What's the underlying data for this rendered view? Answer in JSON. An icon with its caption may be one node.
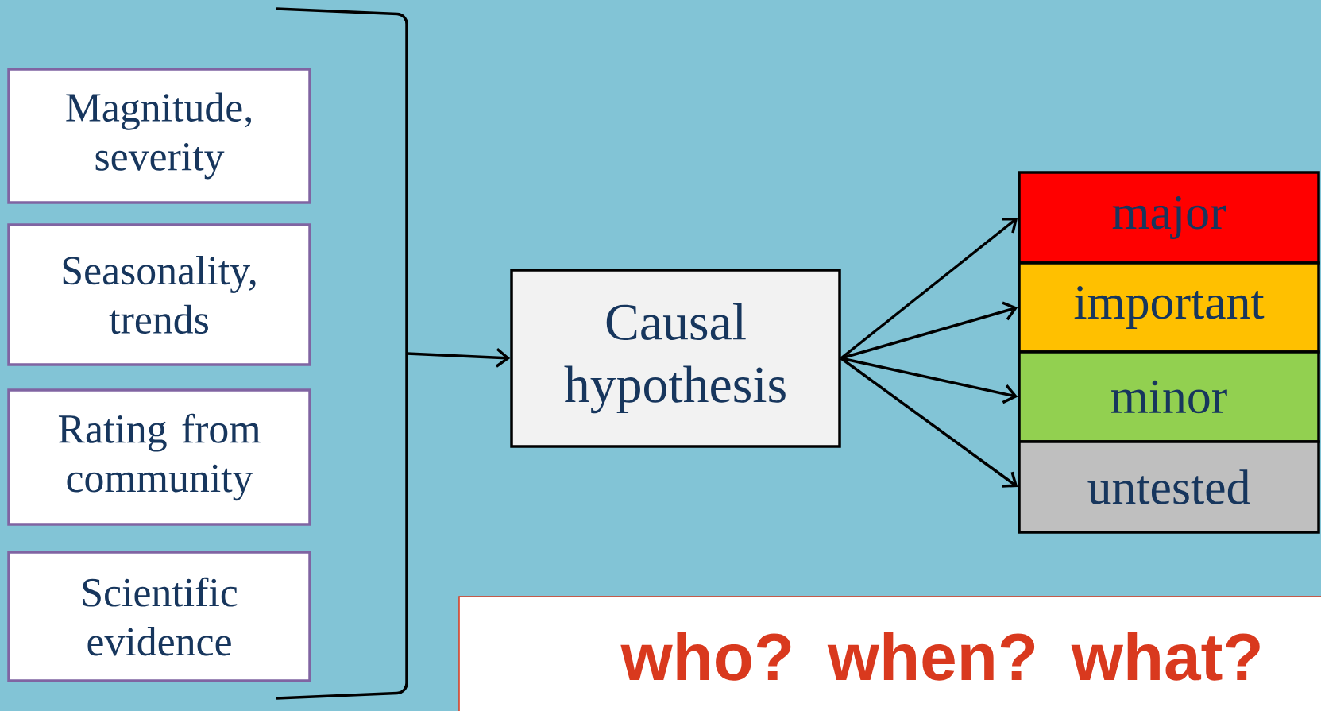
{
  "diagram": {
    "nodes": [
      {
        "text": [
          "Magnitude, severity"
        ]
      },
      {
        "text": [
          "Seasonality, trends"
        ]
      },
      {
        "text": [
          "Rating from community"
        ]
      },
      {
        "text": [
          "Scientific evidence"
        ]
      },
      {
        "text": [
          "Causal hypothesis"
        ]
      },
      {
        "text": [
          "major"
        ]
      },
      {
        "text": [
          "important"
        ]
      },
      {
        "text": [
          "minor"
        ]
      },
      {
        "text": [
          "untested"
        ]
      },
      {
        "text": [
          "who? when? what?"
        ]
      },
      {
        "text": [],
        "shape": "bracket"
      }
    ],
    "edges": [
      {
        "from": 10,
        "to": 4,
        "arrow": "to"
      },
      {
        "from": 4,
        "to": 5,
        "arrow": "to"
      },
      {
        "from": 4,
        "to": 6,
        "arrow": "to"
      },
      {
        "from": 4,
        "to": 7,
        "arrow": "to"
      },
      {
        "from": 4,
        "to": 8,
        "arrow": "to"
      }
    ]
  }
}
